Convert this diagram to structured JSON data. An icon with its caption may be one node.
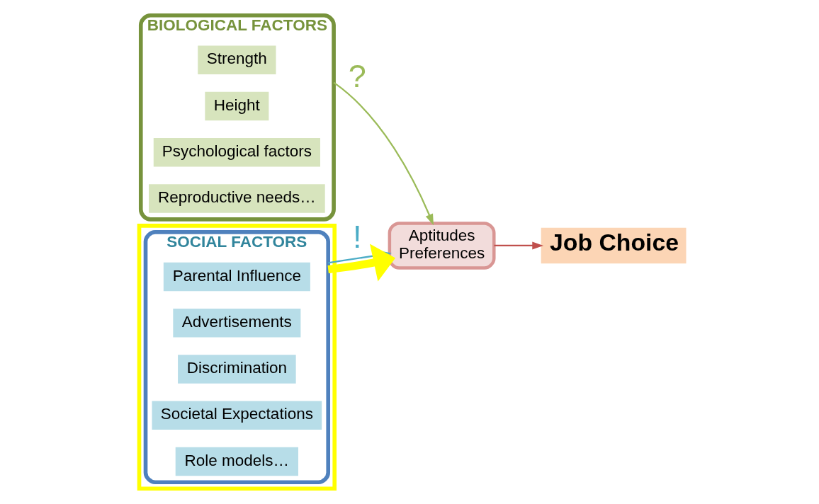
{
  "diagram": {
    "nodes": [
      {
        "text": [
          "BIOLOGICAL FACTORS"
        ]
      },
      {
        "text": [
          "Strength"
        ],
        "in": 0
      },
      {
        "text": [
          "Height"
        ],
        "in": 0
      },
      {
        "text": [
          "Psychological factors"
        ],
        "in": 0
      },
      {
        "text": [
          "Reproductive needs…"
        ],
        "in": 0
      },
      {
        "text": [],
        "shape": "box"
      },
      {
        "text": [
          "SOCIAL FACTORS"
        ],
        "in": 5
      },
      {
        "text": [
          "Parental Influence"
        ],
        "in": 6
      },
      {
        "text": [
          "Advertisements"
        ],
        "in": 6
      },
      {
        "text": [
          "Discrimination"
        ],
        "in": 6
      },
      {
        "text": [
          "Societal Expectations"
        ],
        "in": 6
      },
      {
        "text": [
          "Role models…"
        ],
        "in": 6
      },
      {
        "text": [
          "Aptitudes",
          "Preferences"
        ]
      },
      {
        "text": [
          "Job Choice"
        ]
      }
    ],
    "edges": [
      {
        "from": 0,
        "to": 12,
        "arrow": "to",
        "label": "?",
        "color": "#9bbb59"
      },
      {
        "from": 6,
        "to": 12,
        "arrow": "to",
        "label": "!",
        "color": "#4bacc6"
      },
      {
        "from": 6,
        "to": 12,
        "arrow": "to",
        "style": "thick",
        "color": "#ffff00"
      },
      {
        "from": 12,
        "to": 13,
        "arrow": "to",
        "color": "#c0504d"
      }
    ]
  }
}
